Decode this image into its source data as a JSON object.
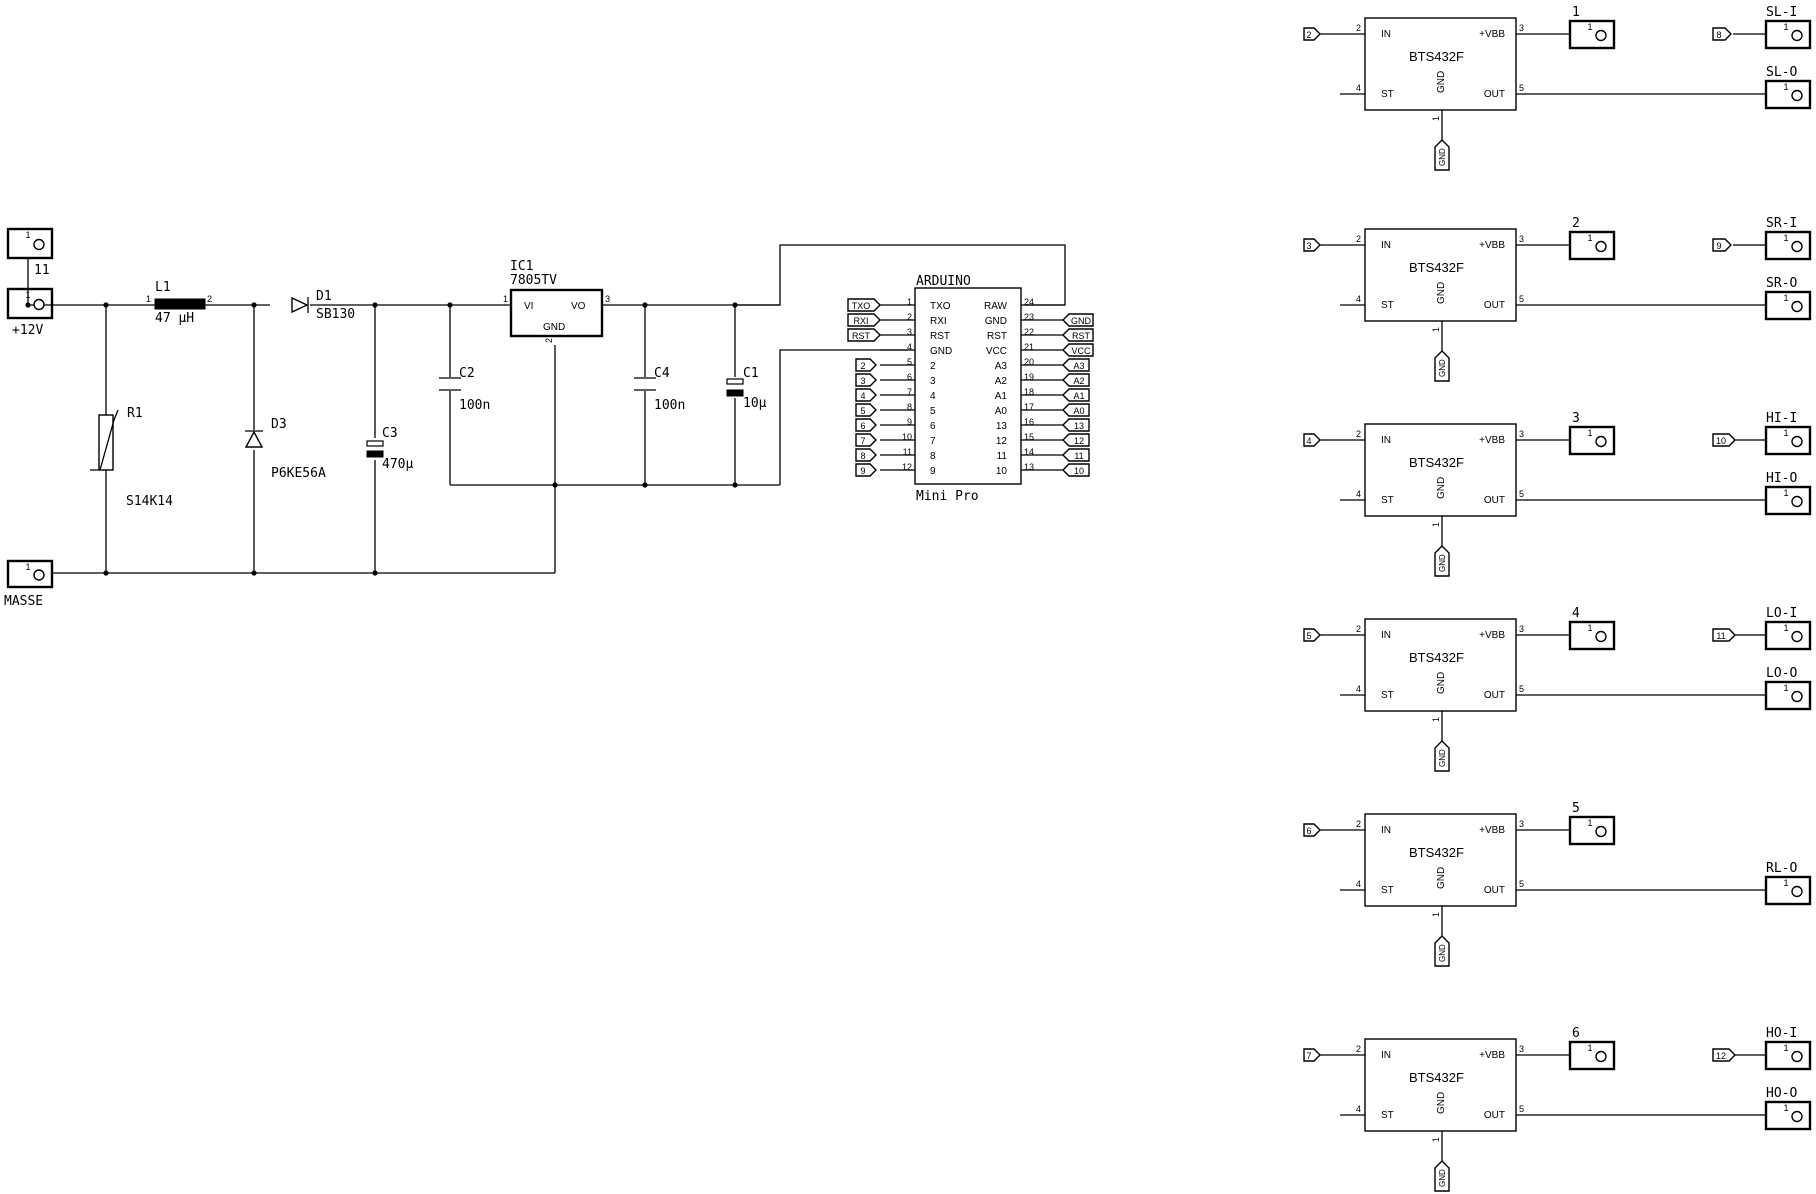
{
  "connectors": {
    "j11": {
      "pin": "1",
      "label": "11"
    },
    "supply": {
      "pin": "1",
      "label": "+12V"
    },
    "ground": {
      "pin": "1",
      "label": "MASSE"
    }
  },
  "components": {
    "L1": {
      "ref": "L1",
      "value": "47 µH",
      "pin1": "1",
      "pin2": "2"
    },
    "D1": {
      "ref": "D1",
      "value": "SB130"
    },
    "R1": {
      "ref": "R1",
      "value": "S14K14"
    },
    "D3": {
      "ref": "D3",
      "value": "P6KE56A"
    },
    "C3": {
      "ref": "C3",
      "value": "470µ"
    },
    "IC1": {
      "ref": "IC1",
      "value": "7805TV",
      "pins": {
        "vi": "VI",
        "vo": "VO",
        "gnd": "GND",
        "p1": "1",
        "p2": "2",
        "p3": "3"
      }
    },
    "C2": {
      "ref": "C2",
      "value": "100n"
    },
    "C4": {
      "ref": "C4",
      "value": "100n"
    },
    "C1": {
      "ref": "C1",
      "value": "10µ"
    }
  },
  "arduino": {
    "name": "ARDUINO",
    "variant": "Mini Pro",
    "left_pins": [
      {
        "num": "1",
        "name": "TXO",
        "tag": "TXO"
      },
      {
        "num": "2",
        "name": "RXI",
        "tag": "RXI"
      },
      {
        "num": "3",
        "name": "RST",
        "tag": "RST"
      },
      {
        "num": "4",
        "name": "GND",
        "tag": ""
      },
      {
        "num": "5",
        "name": "2",
        "tag": "2"
      },
      {
        "num": "6",
        "name": "3",
        "tag": "3"
      },
      {
        "num": "7",
        "name": "4",
        "tag": "4"
      },
      {
        "num": "8",
        "name": "5",
        "tag": "5"
      },
      {
        "num": "9",
        "name": "6",
        "tag": "6"
      },
      {
        "num": "10",
        "name": "7",
        "tag": "7"
      },
      {
        "num": "11",
        "name": "8",
        "tag": "8"
      },
      {
        "num": "12",
        "name": "9",
        "tag": "9"
      }
    ],
    "right_pins": [
      {
        "num": "24",
        "name": "RAW",
        "tag": ""
      },
      {
        "num": "23",
        "name": "GND",
        "tag": "GND"
      },
      {
        "num": "22",
        "name": "RST",
        "tag": "RST"
      },
      {
        "num": "21",
        "name": "VCC",
        "tag": "VCC"
      },
      {
        "num": "20",
        "name": "A3",
        "tag": "A3"
      },
      {
        "num": "19",
        "name": "A2",
        "tag": "A2"
      },
      {
        "num": "18",
        "name": "A1",
        "tag": "A1"
      },
      {
        "num": "17",
        "name": "A0",
        "tag": "A0"
      },
      {
        "num": "16",
        "name": "13",
        "tag": "13"
      },
      {
        "num": "15",
        "name": "12",
        "tag": "12"
      },
      {
        "num": "14",
        "name": "11",
        "tag": "11"
      },
      {
        "num": "13",
        "name": "10",
        "tag": "10"
      }
    ]
  },
  "switch_common": {
    "part": "BTS432F",
    "pin_in": "IN",
    "pin_vbb": "+VBB",
    "pin_st": "ST",
    "pin_out": "OUT",
    "pin_gnd": "GND",
    "num_in": "2",
    "num_vbb": "3",
    "num_st": "4",
    "num_out": "5",
    "num_gnd": "1",
    "gnd_tag": "GND",
    "conn_pin": "1"
  },
  "switches": [
    {
      "input_tag": "2",
      "supply_label": "1",
      "sense_tag": "8",
      "sense_label": "SL-I",
      "out_label": "SL-O"
    },
    {
      "input_tag": "3",
      "supply_label": "2",
      "sense_tag": "9",
      "sense_label": "SR-I",
      "out_label": "SR-O"
    },
    {
      "input_tag": "4",
      "supply_label": "3",
      "sense_tag": "10",
      "sense_label": "HI-I",
      "out_label": "HI-O"
    },
    {
      "input_tag": "5",
      "supply_label": "4",
      "sense_tag": "11",
      "sense_label": "LO-I",
      "out_label": "LO-O"
    },
    {
      "input_tag": "6",
      "supply_label": "5",
      "sense_tag": "",
      "sense_label": "",
      "out_label": "RL-O"
    },
    {
      "input_tag": "7",
      "supply_label": "6",
      "sense_tag": "12",
      "sense_label": "HO-I",
      "out_label": "HO-O"
    }
  ]
}
